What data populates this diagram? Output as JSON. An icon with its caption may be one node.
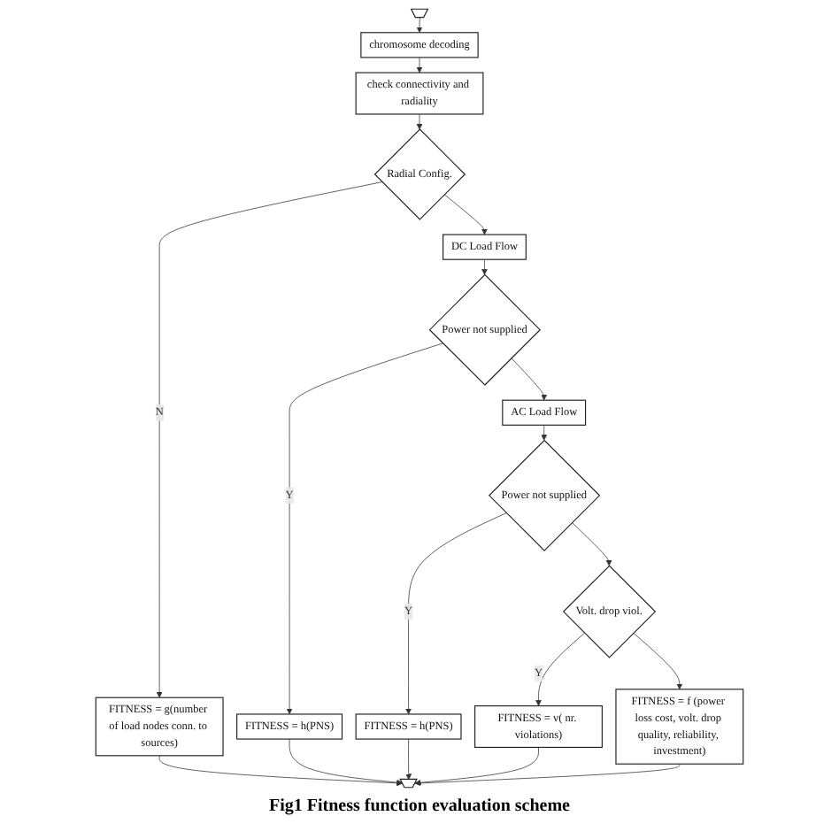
{
  "diagram": {
    "caption": "Fig1 Fitness function evaluation scheme",
    "nodes": [
      {
        "text": [],
        "shape": "pentagon"
      },
      {
        "text": [
          "chromosome decoding"
        ]
      },
      {
        "text": [
          "check connectivity and radiality"
        ]
      },
      {
        "text": [
          "Radial Config."
        ]
      },
      {
        "text": [
          "FITNESS = g(number of load nodes conn. to sources)"
        ]
      },
      {
        "text": [
          "DC Load Flow"
        ]
      },
      {
        "text": [
          "Power not supplied"
        ]
      },
      {
        "text": [
          "FITNESS = h(PNS)"
        ]
      },
      {
        "text": [
          "AC Load Flow"
        ]
      },
      {
        "text": [
          "Power not supplied"
        ]
      },
      {
        "text": [
          "FITNESS = h(PNS)"
        ]
      },
      {
        "text": [
          "Volt. drop viol."
        ]
      },
      {
        "text": [
          "FITNESS = v( nr. violations)"
        ]
      },
      {
        "text": [
          "FITNESS = f (power loss cost, volt. drop quality, reliability, investment)"
        ]
      },
      {
        "text": [],
        "shape": "pentagon"
      }
    ],
    "edges": [
      {
        "from": 0,
        "to": 1,
        "arrow": "to"
      },
      {
        "from": 1,
        "to": 2,
        "arrow": "to"
      },
      {
        "from": 2,
        "to": 3,
        "arrow": "to"
      },
      {
        "from": 3,
        "to": 4,
        "arrow": "to",
        "label": "N"
      },
      {
        "from": 3,
        "to": 5,
        "arrow": "to"
      },
      {
        "from": 5,
        "to": 6,
        "arrow": "to"
      },
      {
        "from": 6,
        "to": 7,
        "arrow": "to",
        "label": "Y"
      },
      {
        "from": 6,
        "to": 8,
        "arrow": "to"
      },
      {
        "from": 8,
        "to": 9,
        "arrow": "to"
      },
      {
        "from": 9,
        "to": 10,
        "arrow": "to",
        "label": "Y"
      },
      {
        "from": 9,
        "to": 11,
        "arrow": "to"
      },
      {
        "from": 11,
        "to": 12,
        "arrow": "to",
        "label": "Y"
      },
      {
        "from": 11,
        "to": 13,
        "arrow": "to"
      },
      {
        "from": 13,
        "to": 14,
        "arrow": "to"
      },
      {
        "from": 4,
        "to": 14,
        "arrow": "to"
      },
      {
        "from": 7,
        "to": 14,
        "arrow": "to"
      },
      {
        "from": 10,
        "to": 14,
        "arrow": "to"
      },
      {
        "from": 12,
        "to": 14,
        "arrow": "to"
      }
    ]
  }
}
